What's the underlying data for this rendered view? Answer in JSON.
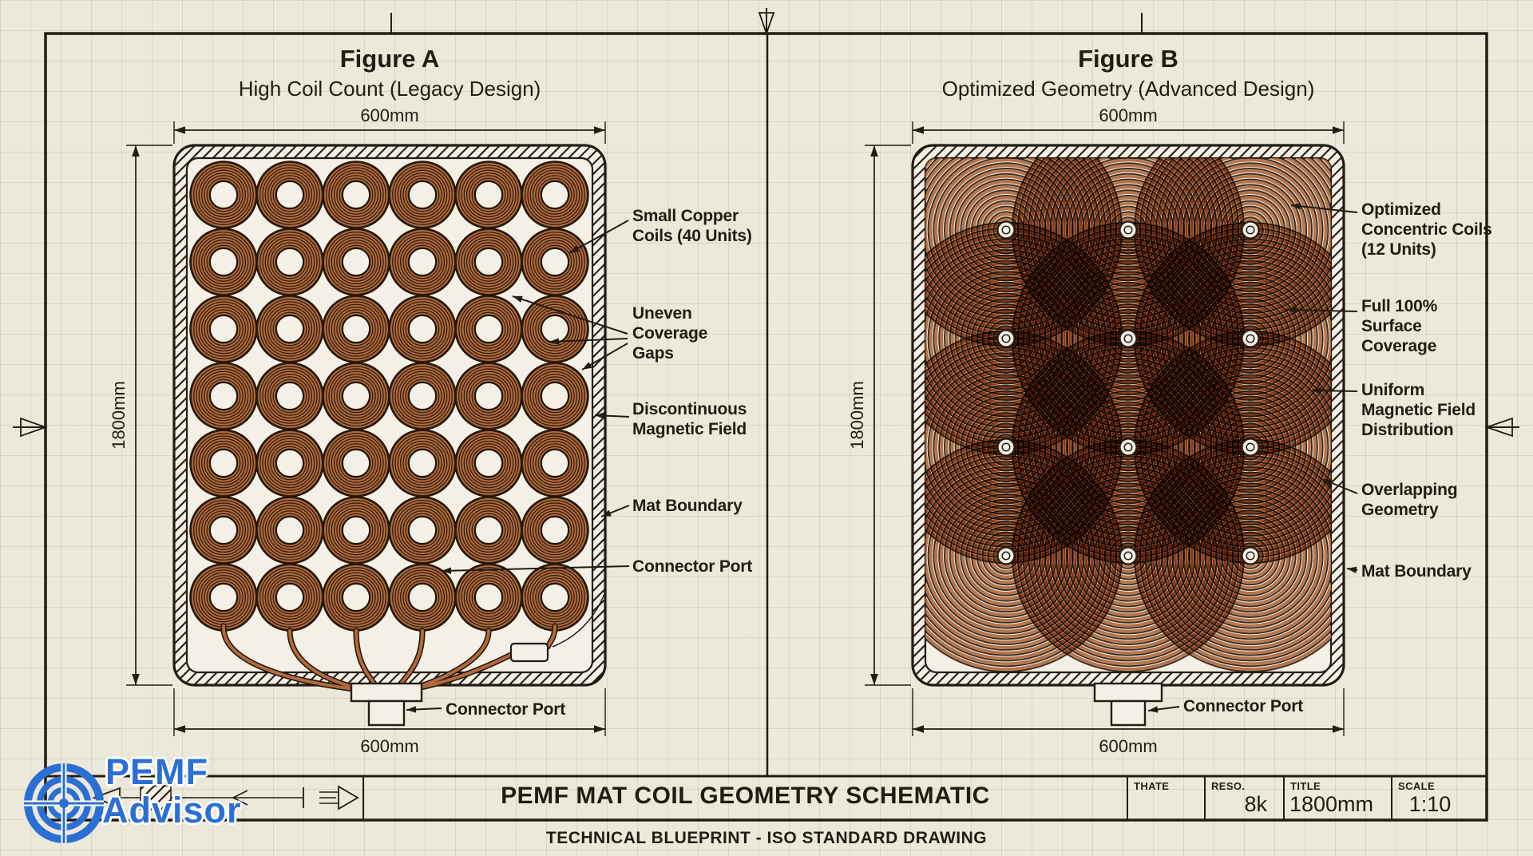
{
  "page": {
    "footer": "TECHNICAL BLUEPRINT - ISO STANDARD DRAWING",
    "colors": {
      "paper": "#ece8db",
      "mat": "#f4f0e5",
      "ink": "#231c13",
      "copper": "#b16a3d",
      "copper_dark": "#2f1d10",
      "blue": "#2c6fd4"
    }
  },
  "logo": {
    "line1": "PEMF",
    "line2": "Advisor"
  },
  "figure_a": {
    "title": "Figure A",
    "subtitle": "High Coil Count (Legacy Design)",
    "dim_top": "600mm",
    "dim_left": "1800mm",
    "dim_bottom": "600mm",
    "coil_units": 40,
    "coil_grid": {
      "cols": 6,
      "rows": 7
    },
    "annotations": [
      "Small Copper\nCoils (40 Units)",
      "Uneven\nCoverage\nGaps",
      "Discontinuous\nMagnetic Field",
      "Mat Boundary",
      "Connector Port"
    ],
    "connector_label": "Connector Port"
  },
  "figure_b": {
    "title": "Figure B",
    "subtitle": "Optimized Geometry (Advanced Design)",
    "dim_top": "600mm",
    "dim_left": "1800mm",
    "dim_bottom": "600mm",
    "coil_units": 12,
    "coil_grid": {
      "cols": 3,
      "rows": 4
    },
    "annotations": [
      "Optimized\nConcentric Coils\n(12 Units)",
      "Full 100%\nSurface\nCoverage",
      "Uniform\nMagnetic Field\nDistribution",
      "Overlapping\nGeometry",
      "Mat Boundary"
    ],
    "connector_label": "Connector Port"
  },
  "title_block": {
    "main_title": "PEMF MAT COIL GEOMETRY SCHEMATIC",
    "fields": [
      {
        "label": "THATE",
        "value": ""
      },
      {
        "label": "RESO.",
        "value": "8k"
      },
      {
        "label": "TITLE",
        "value": "1800mm"
      },
      {
        "label": "SCALE",
        "value": "1:10"
      }
    ]
  }
}
